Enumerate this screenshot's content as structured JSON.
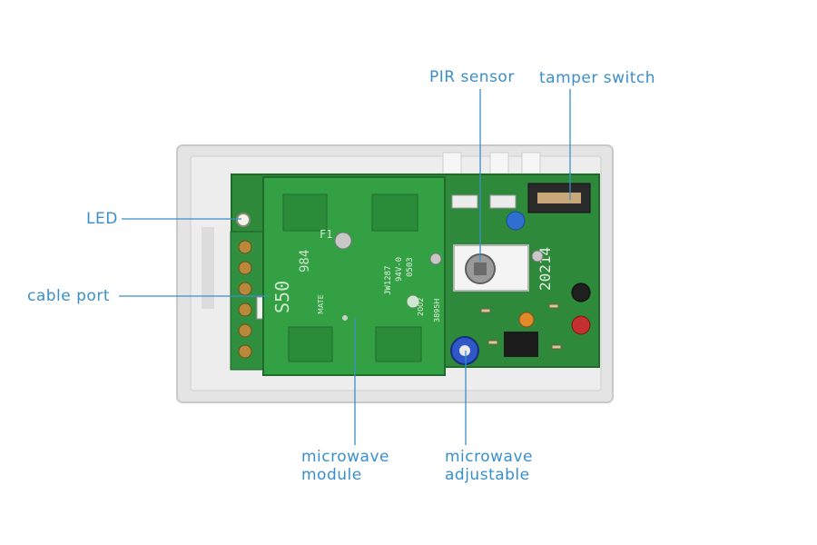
{
  "labels": {
    "pir_sensor": "PIR sensor",
    "tamper_switch": "tamper switch",
    "led": "LED",
    "cable_port": "cable port",
    "microwave_module_line1": "microwave",
    "microwave_module_line2": "module",
    "microwave_adjustable_line1": "microwave",
    "microwave_adjustable_line2": "adjustable"
  },
  "board_markings": {
    "model": "S50",
    "code": "984",
    "fi": "F1",
    "jw": "JW1287",
    "grade": "94V-0",
    "date": "0503",
    "year": "2002",
    "serial": "3895H",
    "board_no": "20214",
    "mat": "MATE"
  },
  "colors": {
    "label": "#3a8fc9",
    "pcb": "#2e8a3a",
    "pcb_dark": "#1f6b2a",
    "housing": "#e2e2e2",
    "terminal": "#2f8f3f"
  }
}
